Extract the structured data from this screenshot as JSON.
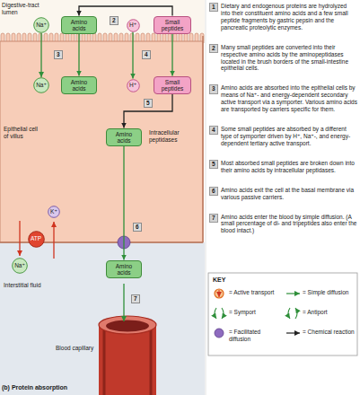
{
  "diagram": {
    "caption": "(b) Protein absorption",
    "nodes": [
      {
        "text": [
          "Na⁺"
        ]
      },
      {
        "text": [
          "Amino acids"
        ]
      },
      {
        "text": [
          "H⁺"
        ]
      },
      {
        "text": [
          "Small peptides"
        ]
      },
      {
        "text": [
          "Na⁺"
        ]
      },
      {
        "text": [
          "Amino acids"
        ]
      },
      {
        "text": [
          "H⁺"
        ]
      },
      {
        "text": [
          "Small peptides"
        ]
      },
      {
        "text": [
          "Amino acids"
        ]
      },
      {
        "text": [
          "K⁺"
        ]
      },
      {
        "text": [
          "ATP"
        ]
      },
      {
        "text": [
          "Na⁺"
        ]
      },
      {
        "text": [
          "Amino acids"
        ]
      }
    ],
    "edges": [
      {
        "from": 0,
        "to": 4,
        "arrow": "to"
      },
      {
        "from": 1,
        "to": 5,
        "arrow": "to"
      },
      {
        "from": 2,
        "to": 6,
        "arrow": "to"
      },
      {
        "from": 3,
        "to": 7,
        "arrow": "to"
      },
      {
        "from": 3,
        "to": 1,
        "arrow": "to"
      },
      {
        "from": 7,
        "to": 8,
        "arrow": "to"
      },
      {
        "from": 8,
        "to": 12,
        "arrow": "to"
      }
    ],
    "labels": [
      "Digestive-tract lumen",
      "2",
      "3",
      "4",
      "Epithelial cell of villus",
      "Intracellular peptidases",
      "5",
      "6",
      "Interstitial fluid",
      "7",
      "Blood capillary",
      "1",
      "Dietary and endogenous proteins are hydrolyzed into their constituent amino acids and a few small peptide fragments by gastric pepsin and the pancreatic proteolytic enzymes.",
      "2",
      "Many small peptides are converted into their respective amino acids by the aminopeptidases located in the brush borders of the small-intestine epithelial cells.",
      "3",
      "Amino acids are absorbed into the epithelial cells by means of Na⁺- and energy-dependent secondary active transport via a symporter. Various amino acids are transported by carriers specific for them.",
      "4",
      "Some small peptides are absorbed by a different type of symporter driven by H⁺, Na⁺-, and energy-dependent tertiary active transport.",
      "5",
      "Most absorbed small peptides are broken down into their amino acids by intracellular peptidases.",
      "6",
      "Amino acids exit the cell at the basal membrane via various passive carriers.",
      "7",
      "Amino acids enter the blood by simple diffusion. (A small percentage of di- and tripeptides also enter the blood intact.)",
      "KEY"
    ],
    "legend": [
      {
        "text": "= Active transport"
      },
      {
        "text": "= Simple diffusion"
      },
      {
        "text": "= Symport"
      },
      {
        "text": "= Antiport"
      },
      {
        "text": "= Facilitated diffusion"
      },
      {
        "text": "= Chemical reaction"
      }
    ]
  }
}
